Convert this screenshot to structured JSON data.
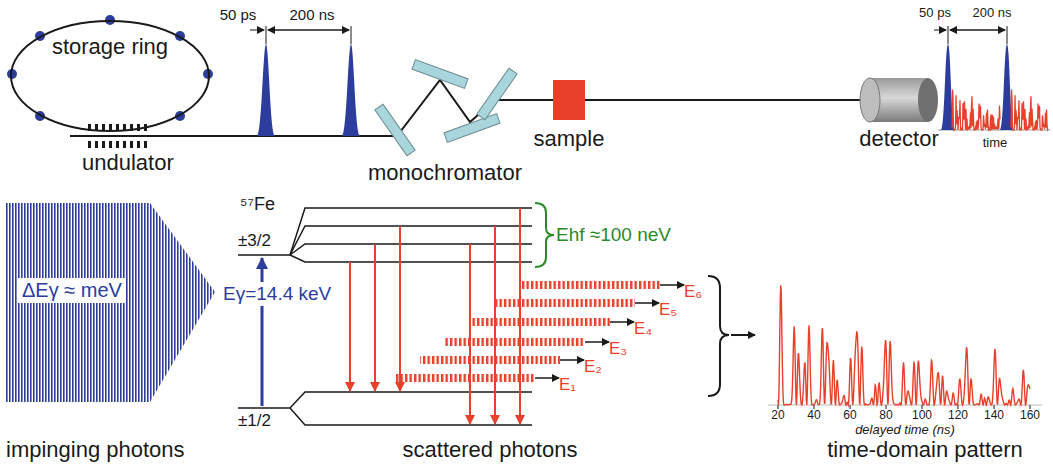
{
  "diagram": {
    "nodes": [
      {
        "text": [
          "storage ring"
        ]
      },
      {
        "text": [
          "sample"
        ]
      },
      {
        "text": [
          "detector"
        ]
      }
    ],
    "edges": [
      {
        "from": 1,
        "to": 2,
        "arrow": "none"
      }
    ],
    "labels": [
      "50 ps",
      "200 ns",
      "undulator",
      "monochromator",
      "50 ps",
      "200 ns",
      "time",
      "ΔEγ ≈ meV",
      "Eγ=14.4 keV",
      "⁵⁷Fe",
      "±3/2",
      "±1/2",
      "Ehf ≈100 neV",
      "E₁",
      "E₂",
      "E₃",
      "E₄",
      "E₅",
      "E₆",
      "20",
      "40",
      "60",
      "80",
      "100",
      "120",
      "140",
      "160",
      "delayed time (ns)",
      "impinging photons",
      "scattered photons",
      "time-domain pattern"
    ]
  }
}
